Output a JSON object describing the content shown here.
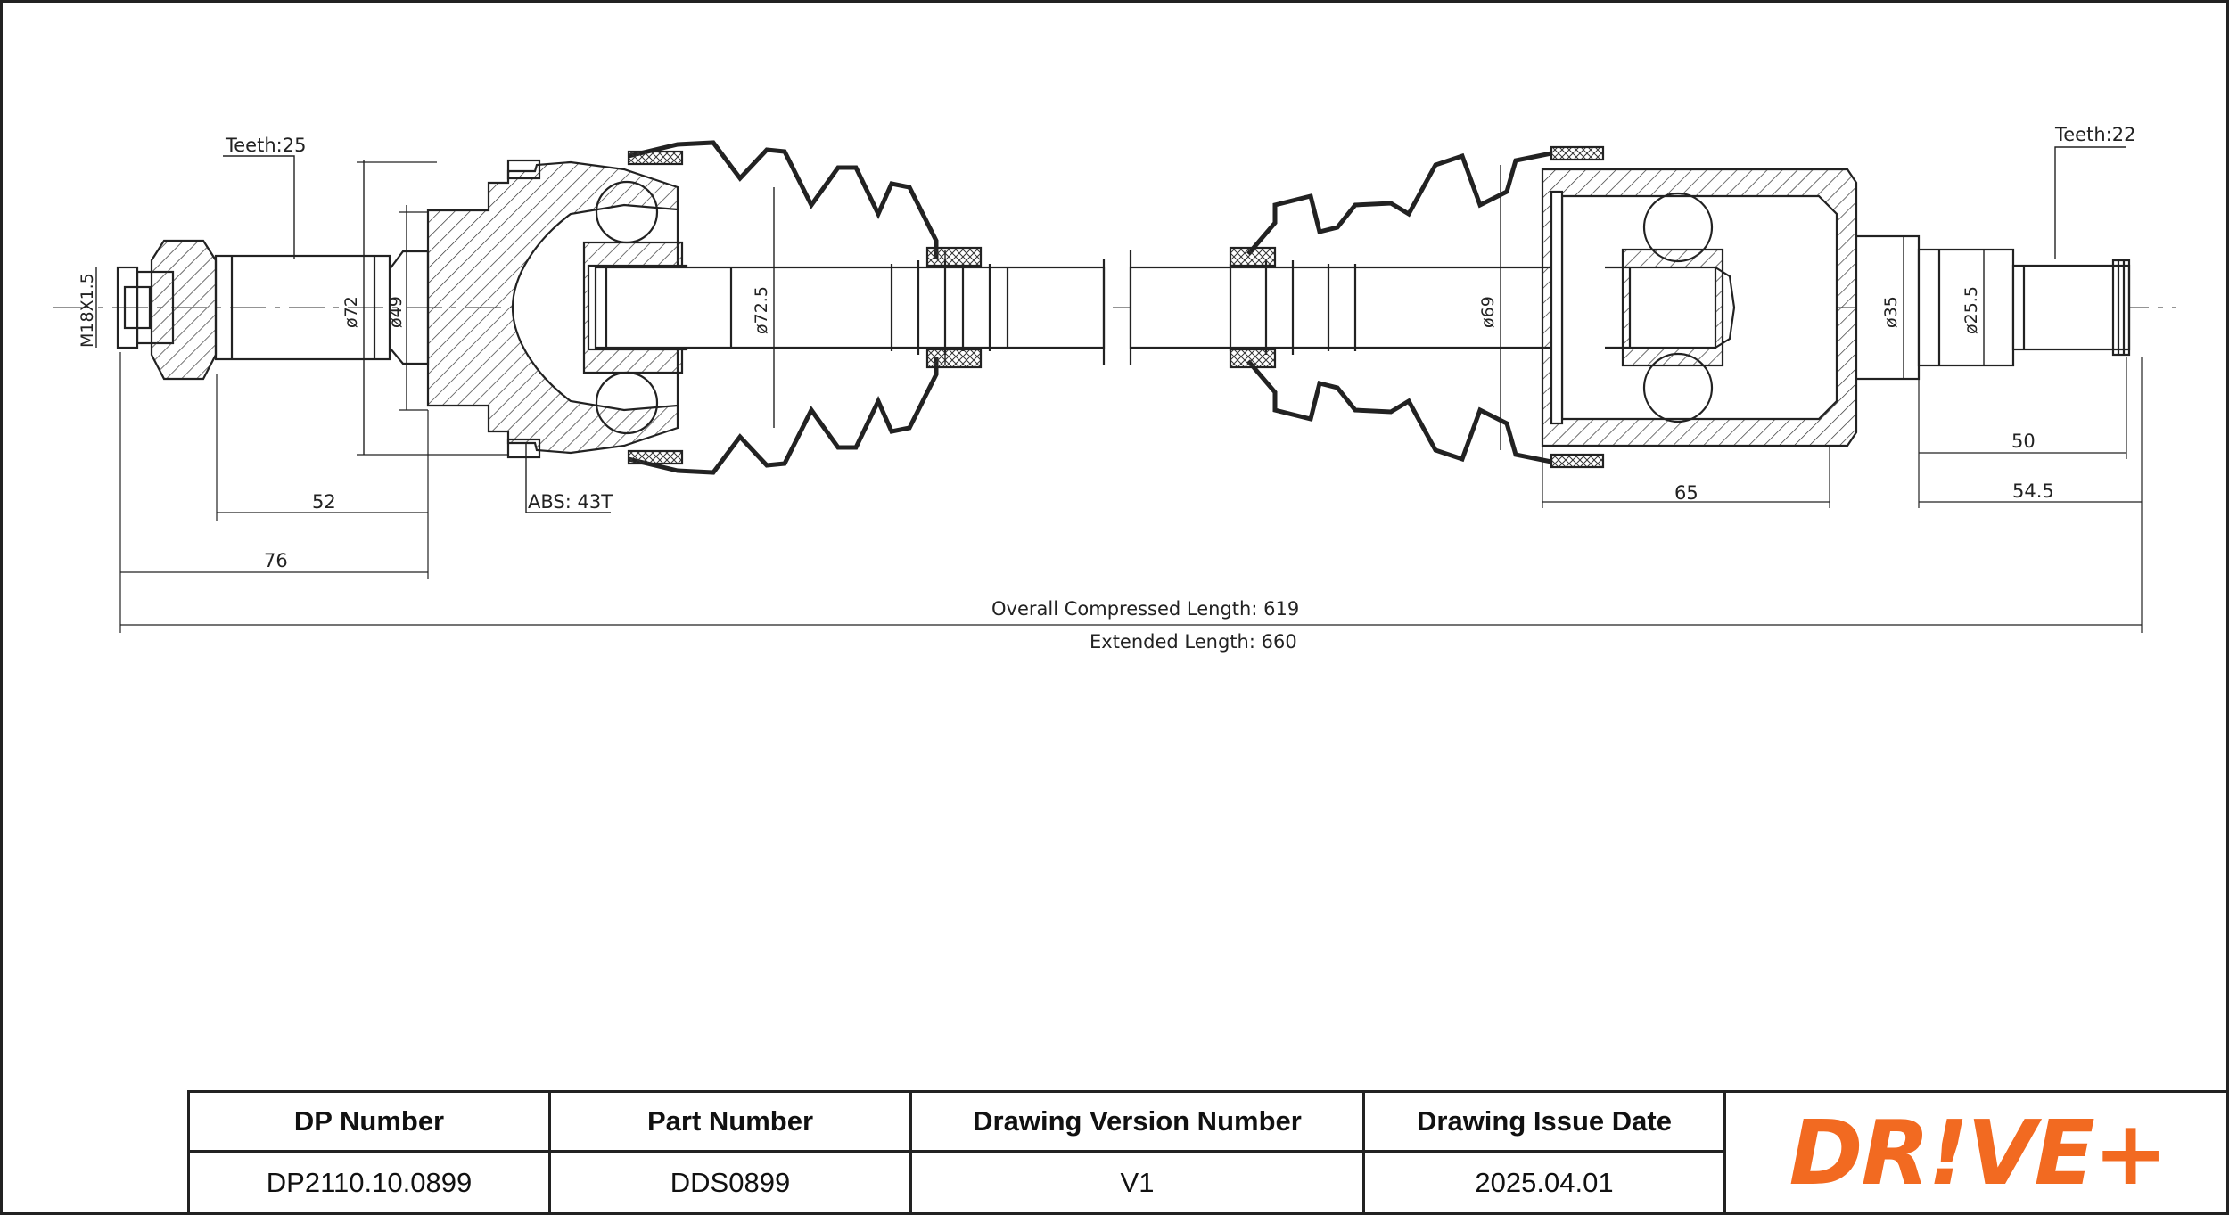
{
  "drawing": {
    "teeth_left": "Teeth:25",
    "teeth_right": "Teeth:22",
    "thread": "M18X1.5",
    "abs": "ABS: 43T",
    "dia_72": "ø72",
    "dia_49": "ø49",
    "dia_72_5": "ø72.5",
    "dia_69": "ø69",
    "dia_35": "ø35",
    "dia_25_5": "ø25.5",
    "dim_52": "52",
    "dim_76": "76",
    "dim_65": "65",
    "dim_50": "50",
    "dim_54_5": "54.5",
    "overall": "Overall  Compressed  Length: 619",
    "extended": "Extended  Length: 660"
  },
  "title_block": {
    "headers": [
      "DP Number",
      "Part Number",
      "Drawing Version Number",
      "Drawing Issue Date"
    ],
    "values": [
      "DP2110.10.0899",
      "DDS0899",
      "V1",
      "2025.04.01"
    ]
  },
  "logo": {
    "text_a": "DR",
    "text_b": "!",
    "text_c": "VE+",
    "color": "#f26a21"
  }
}
